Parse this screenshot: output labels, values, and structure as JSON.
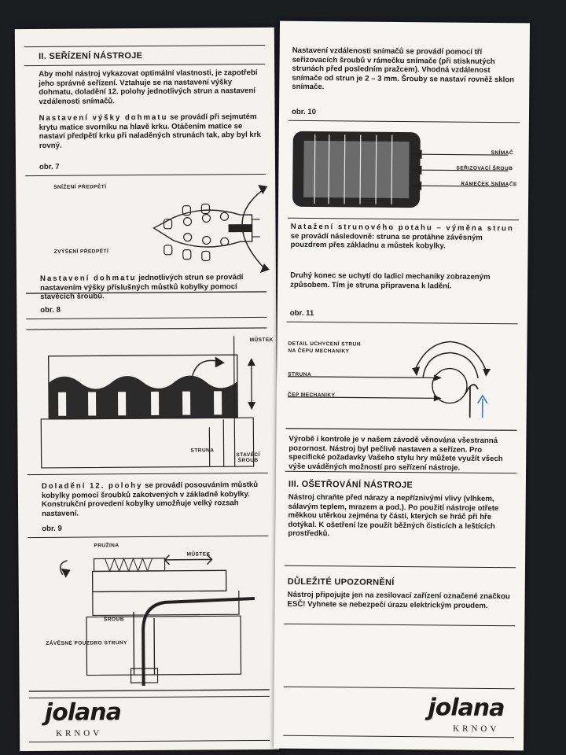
{
  "left": {
    "section_title": "II. SEŘÍZENÍ NÁSTROJE",
    "intro": "Aby mohl nástroj vykazovat optimální vlastnosti, je zapotřebí jeho správné seřízení. Vztahuje se na nastavení výšky dohmatu, doladění 12. polohy jednotlivých strun a nastavení vzdálenosti snímačů.",
    "height_heading": "Nastavení výšky dohmatu",
    "height_text": "se provádí při sejmutém krytu matice svorníku na hlavě krku. Otáčením matice se nastaví předpětí krku při naladěných strunách tak, aby byl krk rovný.",
    "fig7": "obr. 7",
    "fig7_labels": {
      "decrease": "SNÍŽENÍ PŘEDPĚTÍ",
      "increase": "ZVÝŠENÍ PŘEDPĚTÍ"
    },
    "action_heading": "Nastavení dohmatu",
    "action_text": "jednotlivých strun se provádí nastavením výšky příslušných můstků kobylky pomocí stavěcích šroubů.",
    "fig8": "obr. 8",
    "fig8_labels": {
      "bridge": "MŮSTEK",
      "string": "STRUNA",
      "screws": "STAVĚCÍ ŠROUB"
    },
    "tuning_heading": "Doladění 12. polohy",
    "tuning_text": "se provádí posouváním můstků kobylky pomocí šroubků zakotvených v základně kobylky. Konstrukční provedení kobylky umožňuje velký rozsah nastavení.",
    "fig9": "obr. 9",
    "fig9_labels": {
      "spring": "PRUŽINA",
      "bridge": "MŮSTEK",
      "screw": "ŠROUB",
      "sleeve": "ZÁVĚSNÉ POUZDRO STRUNY"
    },
    "logo": "jolana",
    "logo_sub": "KRNOV"
  },
  "right": {
    "pickup_text": "Nastavení vzdálenosti snímačů se provádí pomocí tří seřizovacích šroubů v rámečku snímače (při stisknutých strunách před posledním pražcem). Vhodná vzdálenost snímače od strun je 2 – 3 mm. Šrouby se nastaví rovněž sklon snímače.",
    "fig10": "obr. 10",
    "fig10_labels": {
      "pickup": "SNÍMAČ",
      "screw": "SEŘIZOVACÍ ŠROUB",
      "frame": "RÁMEČEK SNÍMAČE"
    },
    "stringing_heading": "Natažení strunového potahu – výměna strun",
    "stringing_text1": "se provádí následovně: struna se protáhne závěsným pouzdrem přes základnu a můstek kobylky.",
    "stringing_text2": "Druhý konec se uchytí do ladicí mechaniky zobrazeným způsobem. Tím je struna připravena k ladění.",
    "fig11": "obr. 11",
    "fig11_labels": {
      "detail": "DETAIL UCHYCENÍ STRUN NA ČEPU MECHANIKY",
      "string": "STRUNA",
      "pin": "ČEP MECHANIKY"
    },
    "quality_text": "Výrobě i kontrole je v našem závodě věnována všestranná pozornost. Nástroj byl pečlivě nastaven a seřízen. Pro specifické požadavky Vašeho stylu hry můžete využít všech výše uváděných možností pro seřízení nástroje.",
    "care_title": "III. OŠETŘOVÁNÍ NÁSTROJE",
    "care_text": "Nástroj chraňte před nárazy a nepříznivými vlivy (vlhkem, sálavým teplem, mrazem a pod.). Po použití nástroje otřete měkkou utěrkou zejména ty části, kterých se hráč při hře dotýkal. K ošetření lze použít běžných čisticích a leštících prostředků.",
    "warning_title": "DŮLEŽITÉ UPOZORNĚNÍ",
    "warning_text": "Nástroj připojujte jen na zesilovací zařízení označené značkou ESČ! Vyhnete se nebezpečí úrazu elektrickým proudem.",
    "logo": "jolana",
    "logo_sub": "KRNOV"
  }
}
